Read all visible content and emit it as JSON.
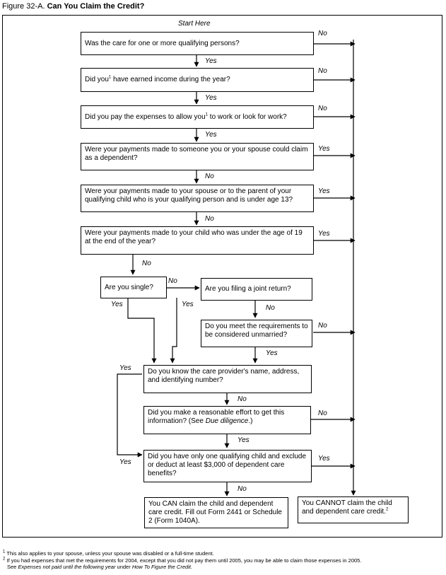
{
  "figure": {
    "label": "Figure 32-A.",
    "title": "Can You Claim the Credit?"
  },
  "start_label": "Start Here",
  "questions": {
    "q1": "Was the care for one or more qualifying persons?",
    "q2_pre": "Did you",
    "q2_post": " have earned income during the year?",
    "q3_pre": "Did you pay the expenses to allow you",
    "q3_post": " to work or look for work?",
    "q4": "Were your payments made to someone you or your spouse could claim as a dependent?",
    "q5": "Were your payments made to your spouse or to the parent of your qualifying child who is your qualifying person and is under age 13?",
    "q6": "Were your payments made to your child who was under the age of 19 at the end of the year?",
    "q7": "Are you single?",
    "q8": "Are you filing a joint return?",
    "q9": "Do you meet the requirements to be considered unmarried?",
    "q10": "Do you know the care provider's name, address, and identifying number?",
    "q11_pre": "Did you make a reasonable effort to get this information? (See ",
    "q11_em": "Due diligence",
    "q11_post": ".)",
    "q12": "Did you have only one qualifying child and exclude or deduct at least $3,000 of dependent care benefits?"
  },
  "results": {
    "can": "You CAN claim the child and dependent care credit. Fill out Form 2441 or Schedule 2 (Form 1040A).",
    "cannot": "You CANNOT claim the child and dependent care credit.",
    "cannot_note": "2"
  },
  "answers": {
    "yes": "Yes",
    "no": "No"
  },
  "footnote_marks": {
    "one": "1",
    "two": "2"
  },
  "footnotes": {
    "fn1": "This also applies to your spouse, unless your spouse was disabled or a full-time student.",
    "fn2a": "If you had expenses that met the requirements for 2004, except that you did not pay them until 2005, you may be able to claim those expenses in 2005.",
    "fn2b_pre": "See ",
    "fn2b_em": "Expenses not paid until the following year",
    "fn2b_mid": " under ",
    "fn2b_em2": "How To Figure the Credit",
    "fn2b_post": "."
  }
}
